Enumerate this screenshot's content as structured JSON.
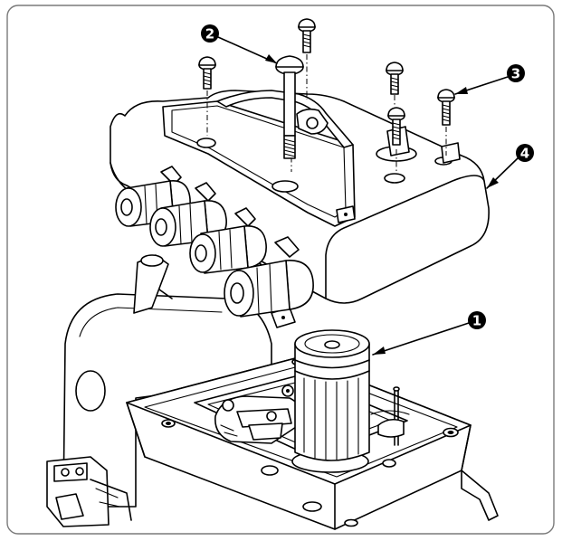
{
  "diagram": {
    "callouts": [
      {
        "id": "part-1",
        "label": "1"
      },
      {
        "id": "part-2",
        "label": "2"
      },
      {
        "id": "part-3",
        "label": "3"
      },
      {
        "id": "part-4",
        "label": "4"
      }
    ],
    "colors": {
      "line": "#000000",
      "background": "#ffffff",
      "frame": "#7a7a7a"
    }
  }
}
